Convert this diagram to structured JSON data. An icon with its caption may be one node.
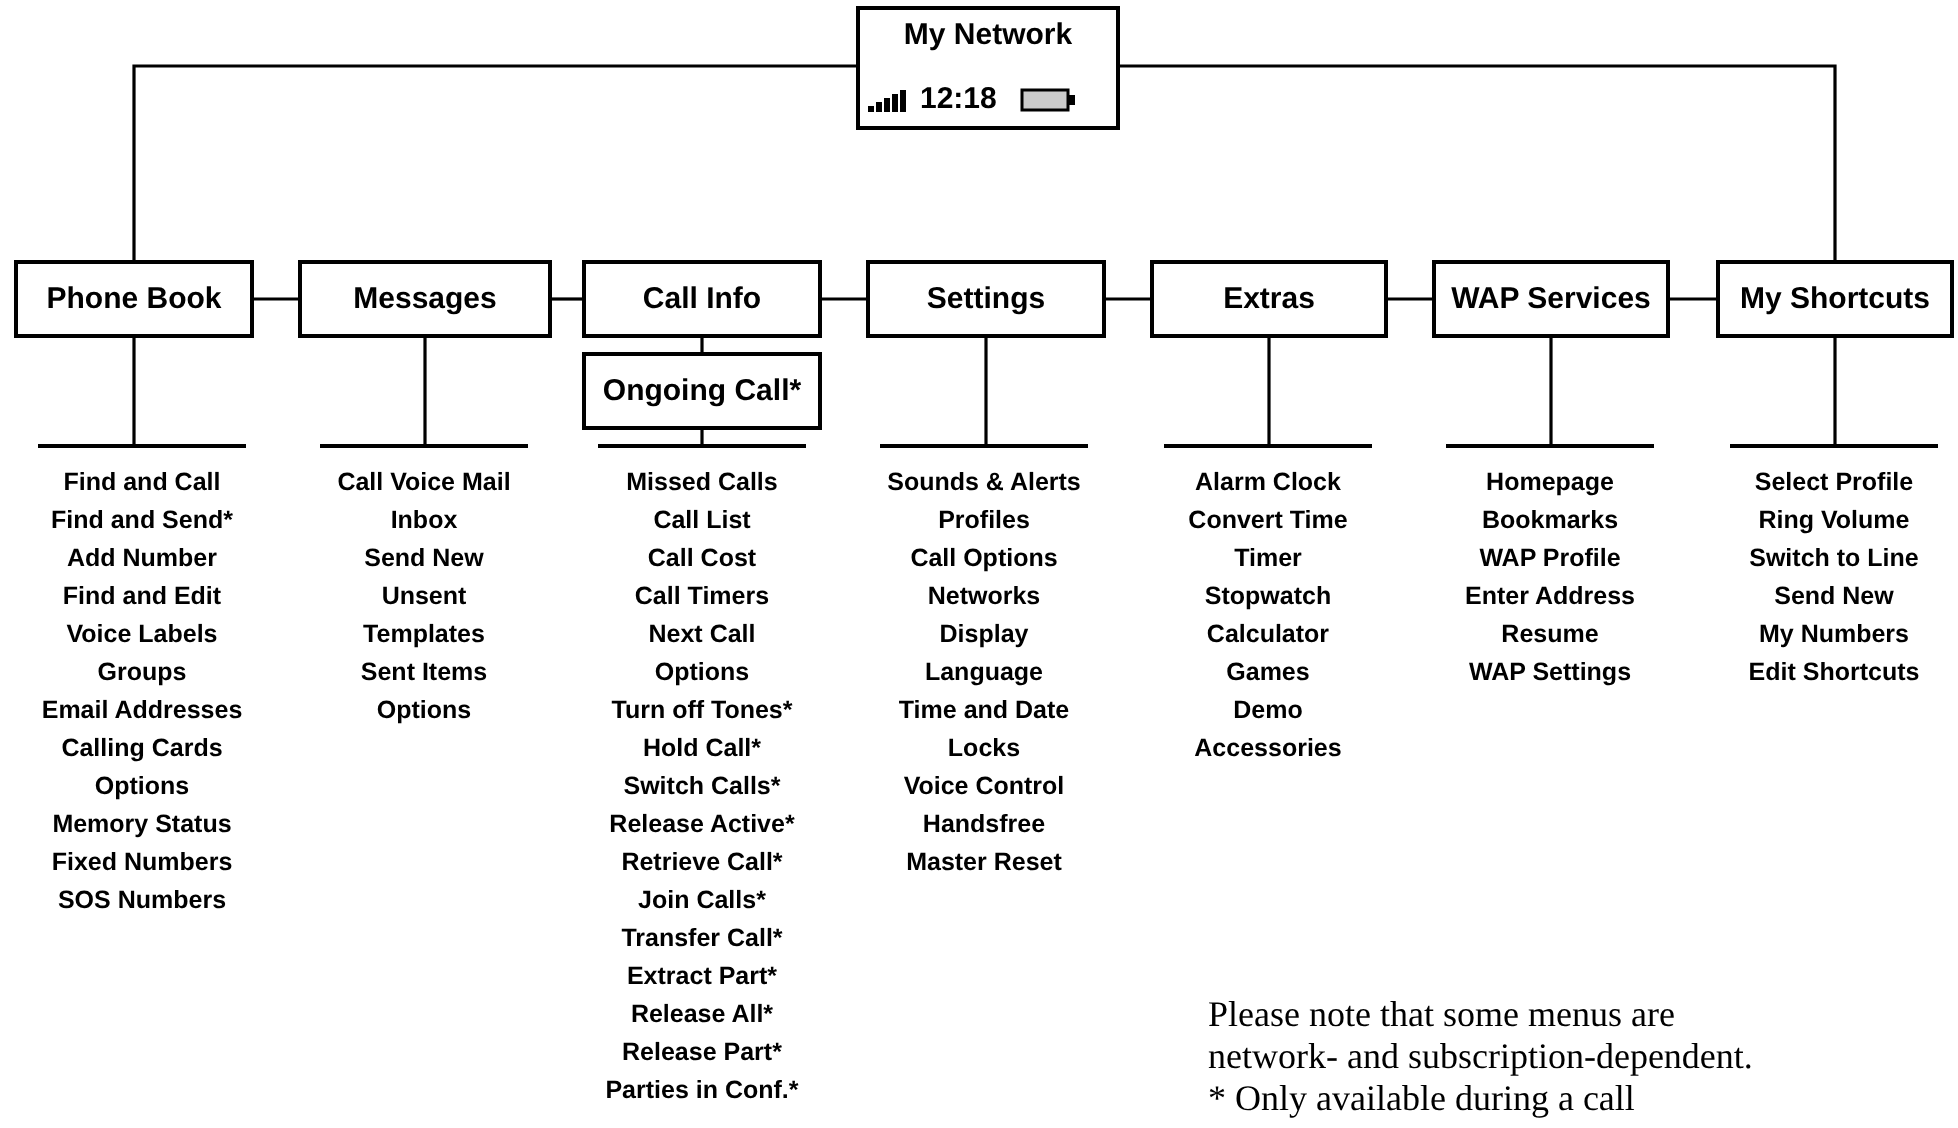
{
  "diagram": {
    "nodes": [
      {
        "text": [
          "My Network",
          "12:18"
        ]
      },
      {
        "text": [
          "Phone Book"
        ]
      },
      {
        "text": [
          "Messages"
        ]
      },
      {
        "text": [
          "Call Info"
        ]
      },
      {
        "text": [
          "Ongoing Call*"
        ]
      },
      {
        "text": [
          "Settings"
        ]
      },
      {
        "text": [
          "Extras"
        ]
      },
      {
        "text": [
          "WAP Services"
        ]
      },
      {
        "text": [
          "My Shortcuts"
        ]
      },
      {
        "text": [
          "Find and Call",
          "Find and Send*",
          "Add Number",
          "Find and Edit",
          "Voice Labels",
          "Groups",
          "Email Addresses",
          "Calling Cards",
          "Options",
          "Memory Status",
          "Fixed Numbers",
          "SOS Numbers"
        ]
      },
      {
        "text": [
          "Call Voice Mail",
          "Inbox",
          "Send New",
          "Unsent",
          "Templates",
          "Sent Items",
          "Options"
        ]
      },
      {
        "text": [
          "Missed Calls",
          "Call List",
          "Call Cost",
          "Call Timers",
          "Next Call",
          "Options",
          "Turn off Tones*",
          "Hold Call*",
          "Switch Calls*",
          "Release Active*",
          "Retrieve Call*",
          "Join Calls*",
          "Transfer Call*",
          "Extract Part*",
          "Release All*",
          "Release Part*",
          "Parties in Conf.*"
        ]
      },
      {
        "text": [
          "Sounds & Alerts",
          "Profiles",
          "Call Options",
          "Networks",
          "Display",
          "Language",
          "Time and Date",
          "Locks",
          "Voice Control",
          "Handsfree",
          "Master Reset"
        ]
      },
      {
        "text": [
          "Alarm Clock",
          "Convert Time",
          "Timer",
          "Stopwatch",
          "Calculator",
          "Games",
          "Demo",
          "Accessories"
        ]
      },
      {
        "text": [
          "Homepage",
          "Bookmarks",
          "WAP Profile",
          "Enter Address",
          "Resume",
          "WAP Settings"
        ]
      },
      {
        "text": [
          "Select Profile",
          "Ring Volume",
          "Switch to Line",
          "Send New",
          "My Numbers",
          "Edit Shortcuts"
        ]
      }
    ],
    "edges": [
      {
        "from": 0,
        "to": 1,
        "arrow": "none"
      },
      {
        "from": 0,
        "to": 8,
        "arrow": "none"
      },
      {
        "from": 1,
        "to": 2,
        "arrow": "none"
      },
      {
        "from": 2,
        "to": 3,
        "arrow": "none"
      },
      {
        "from": 3,
        "to": 5,
        "arrow": "none"
      },
      {
        "from": 5,
        "to": 6,
        "arrow": "none"
      },
      {
        "from": 6,
        "to": 7,
        "arrow": "none"
      },
      {
        "from": 7,
        "to": 8,
        "arrow": "none"
      },
      {
        "from": 3,
        "to": 4,
        "arrow": "none"
      },
      {
        "from": 1,
        "to": 9,
        "arrow": "none"
      },
      {
        "from": 2,
        "to": 10,
        "arrow": "none"
      },
      {
        "from": 4,
        "to": 11,
        "arrow": "none"
      },
      {
        "from": 5,
        "to": 12,
        "arrow": "none"
      },
      {
        "from": 6,
        "to": 13,
        "arrow": "none"
      },
      {
        "from": 7,
        "to": 14,
        "arrow": "none"
      },
      {
        "from": 8,
        "to": 15,
        "arrow": "none"
      }
    ],
    "labels": [
      "Please note that some menus are network- and subscription-dependent.",
      "* Only available during a call"
    ]
  }
}
